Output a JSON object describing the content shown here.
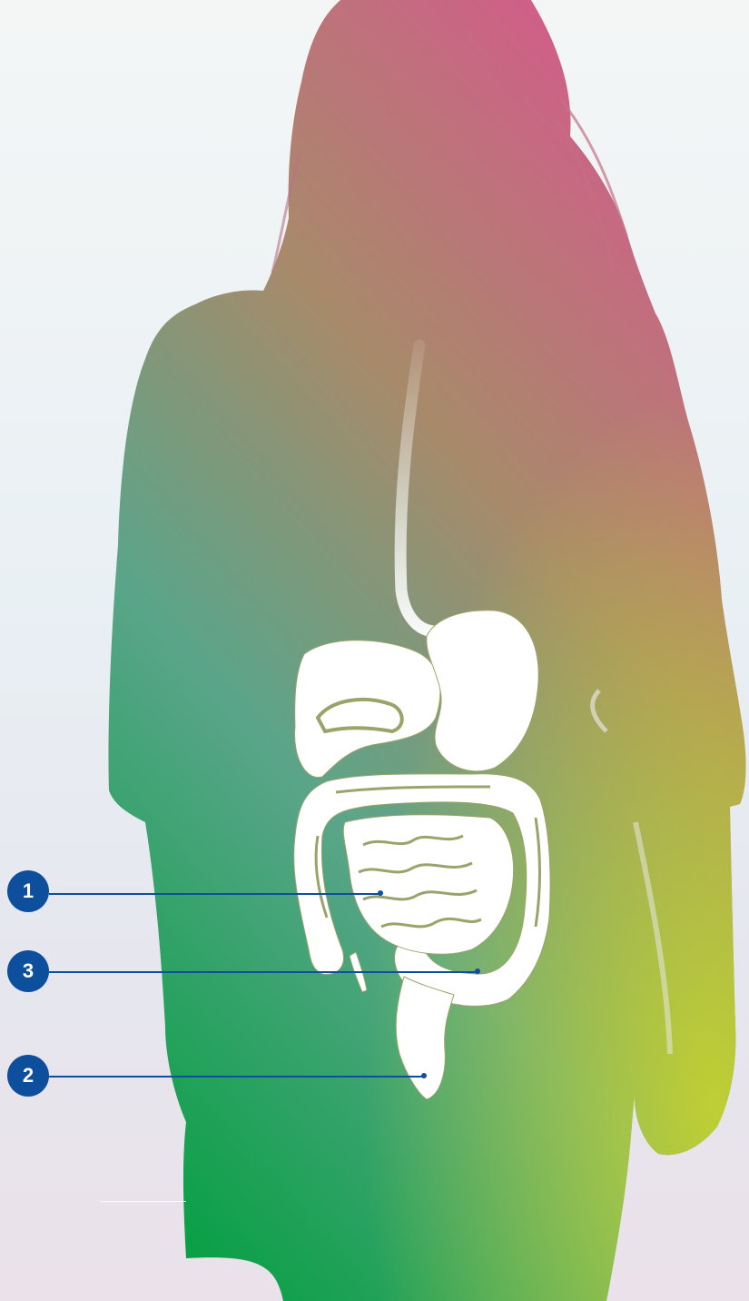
{
  "colors": {
    "gradient_top": "#d45a8c",
    "gradient_mid": "#a88a6a",
    "gradient_left": "#5aa58a",
    "gradient_bottom_left": "#0aa046",
    "gradient_bottom_right": "#c8d42a",
    "organ": "#ffffff",
    "organ_outline": "#9aa46a",
    "marker": "#0d4f9c",
    "leader": "#0d4f9c"
  },
  "markers": [
    {
      "number": "1",
      "target": "small intestine"
    },
    {
      "number": "3",
      "target": "colon"
    },
    {
      "number": "2",
      "target": "rectum"
    }
  ]
}
